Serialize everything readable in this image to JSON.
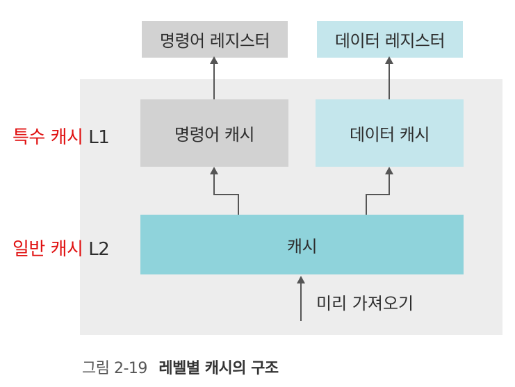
{
  "boxes": {
    "instruction_register": "명령어 레지스터",
    "data_register": "데이터 레지스터",
    "instruction_cache": "명령어 캐시",
    "data_cache": "데이터 캐시",
    "cache": "캐시"
  },
  "labels": {
    "l1_name": "특수 캐시",
    "l1_level": "L1",
    "l2_name": "일반 캐시",
    "l2_level": "L2",
    "prefetch": "미리 가져오기"
  },
  "caption": {
    "number": "그림 2-19",
    "title": "레벨별 캐시의 구조"
  },
  "colors": {
    "instruction_boxes": "#d2d2d2",
    "data_boxes": "#c4e6ec",
    "cache_box": "#8fd3db",
    "level_name_text": "#e01010"
  }
}
